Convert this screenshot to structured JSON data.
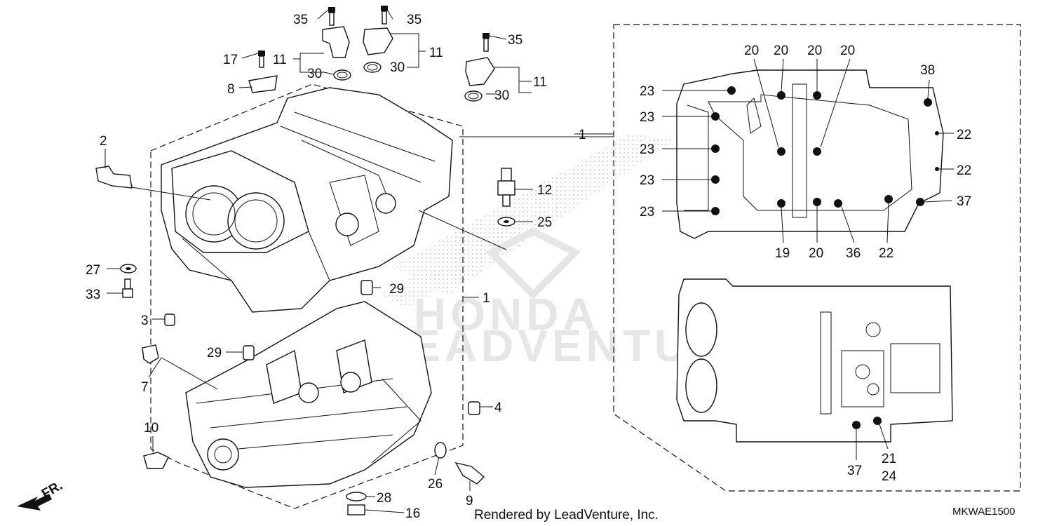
{
  "diagram": {
    "caption": "Rendered by LeadVenture, Inc.",
    "code": "MKWAE1500",
    "watermark_line1": "HONDA",
    "watermark_line2": "LEADVENTURE",
    "direction_label": "FR."
  },
  "callouts": [
    {
      "id": "c1",
      "text": "35"
    },
    {
      "id": "c2",
      "text": "35"
    },
    {
      "id": "c3",
      "text": "35"
    },
    {
      "id": "c4",
      "text": "17"
    },
    {
      "id": "c5",
      "text": "11"
    },
    {
      "id": "c6",
      "text": "30"
    },
    {
      "id": "c7",
      "text": "30"
    },
    {
      "id": "c8",
      "text": "11"
    },
    {
      "id": "c9",
      "text": "11"
    },
    {
      "id": "c10",
      "text": "30"
    },
    {
      "id": "c11",
      "text": "8"
    },
    {
      "id": "c12",
      "text": "2"
    },
    {
      "id": "c13",
      "text": "12"
    },
    {
      "id": "c14",
      "text": "25"
    },
    {
      "id": "c15",
      "text": "1"
    },
    {
      "id": "c16",
      "text": "27"
    },
    {
      "id": "c17",
      "text": "33"
    },
    {
      "id": "c18",
      "text": "29"
    },
    {
      "id": "c19",
      "text": "3"
    },
    {
      "id": "c20",
      "text": "29"
    },
    {
      "id": "c21",
      "text": "7"
    },
    {
      "id": "c22",
      "text": "4"
    },
    {
      "id": "c23",
      "text": "10"
    },
    {
      "id": "c24",
      "text": "26"
    },
    {
      "id": "c25",
      "text": "9"
    },
    {
      "id": "c26",
      "text": "28"
    },
    {
      "id": "c27",
      "text": "16"
    },
    {
      "id": "c28",
      "text": "1"
    },
    {
      "id": "d1",
      "text": "20"
    },
    {
      "id": "d2",
      "text": "20"
    },
    {
      "id": "d3",
      "text": "20"
    },
    {
      "id": "d4",
      "text": "20"
    },
    {
      "id": "d5",
      "text": "38"
    },
    {
      "id": "d6",
      "text": "23"
    },
    {
      "id": "d7",
      "text": "23"
    },
    {
      "id": "d8",
      "text": "23"
    },
    {
      "id": "d9",
      "text": "23"
    },
    {
      "id": "d10",
      "text": "23"
    },
    {
      "id": "d11",
      "text": "22"
    },
    {
      "id": "d12",
      "text": "22"
    },
    {
      "id": "d13",
      "text": "37"
    },
    {
      "id": "d14",
      "text": "19"
    },
    {
      "id": "d15",
      "text": "20"
    },
    {
      "id": "d16",
      "text": "36"
    },
    {
      "id": "d17",
      "text": "22"
    },
    {
      "id": "d18",
      "text": "37"
    },
    {
      "id": "d19",
      "text": "21"
    },
    {
      "id": "d20",
      "text": "24"
    }
  ]
}
